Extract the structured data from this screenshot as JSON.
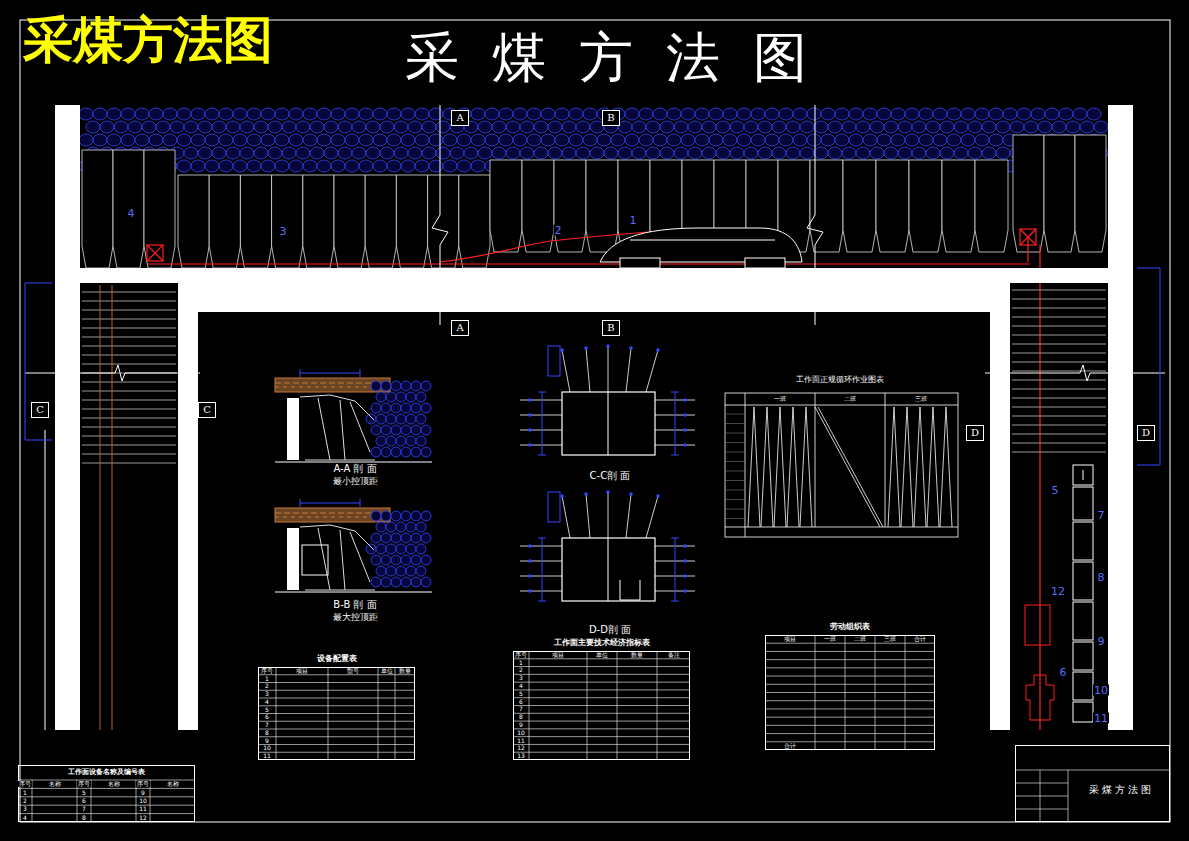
{
  "diagram": {
    "title": "采 煤 方 法 图",
    "nodes": [
      {
        "text": [
          "A"
        ]
      },
      {
        "text": [
          "B"
        ]
      },
      {
        "text": [
          "A"
        ]
      },
      {
        "text": [
          "B"
        ]
      },
      {
        "text": [
          "C"
        ]
      },
      {
        "text": [
          "C"
        ]
      },
      {
        "text": [
          "D"
        ]
      },
      {
        "text": [
          "D"
        ]
      },
      {
        "text": [
          "设备配置表"
        ]
      },
      {
        "text": [
          "工作面主要技术经济指标表"
        ]
      },
      {
        "text": [
          "劳动组织表"
        ]
      },
      {
        "text": [
          "工作面设备名称及编号表"
        ]
      },
      {
        "text": [
          "采 煤 方 法 图"
        ]
      }
    ],
    "labels": [
      "采煤方法图",
      "1",
      "2",
      "3",
      "4",
      "5",
      "7",
      "8",
      "9",
      "10",
      "11",
      "12",
      "6",
      "A-A 剖 面",
      "最小控顶距",
      "B-B 剖 面",
      "最大控顶距",
      "C-C剖 面",
      "D-D剖 面",
      "工作面正规循环作业图表",
      "一班",
      "二班",
      "三班",
      "序号",
      "项目",
      "型号",
      "单位",
      "数量",
      "1",
      "2",
      "3",
      "4",
      "5",
      "6",
      "7",
      "8",
      "9",
      "10",
      "11",
      "序号",
      "项目",
      "单位",
      "数量",
      "备注",
      "1",
      "2",
      "3",
      "4",
      "5",
      "6",
      "7",
      "8",
      "9",
      "10",
      "11",
      "12",
      "13",
      "项目",
      "一班",
      "二班",
      "三班",
      "合计",
      "合计",
      "序号",
      "名称",
      "序号",
      "名称",
      "序号",
      "名称",
      "1",
      "2",
      "3",
      "4",
      "5",
      "6",
      "7",
      "8",
      "9",
      "10",
      "11",
      "12"
    ]
  }
}
